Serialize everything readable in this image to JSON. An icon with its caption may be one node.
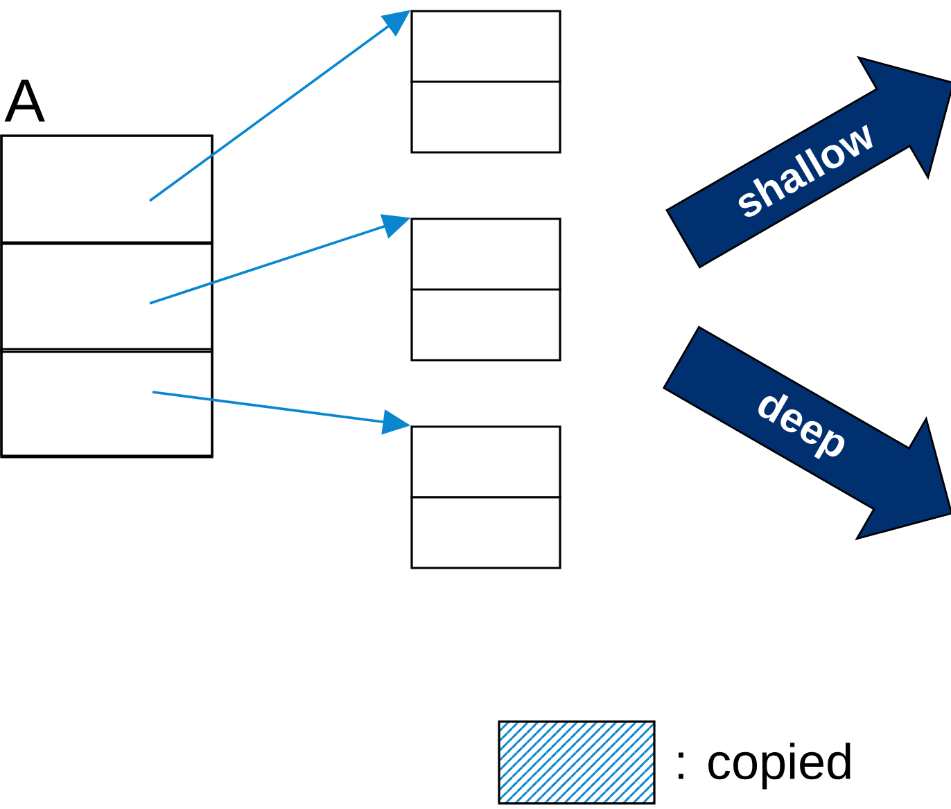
{
  "diagram": {
    "nodes": [
      {
        "text": [
          "A"
        ]
      },
      {
        "text": [],
        "shape": "box",
        "in": 0
      },
      {
        "text": [],
        "shape": "box",
        "in": 0
      },
      {
        "text": [],
        "shape": "box",
        "in": 0
      },
      {
        "text": [],
        "shape": "box"
      },
      {
        "text": [],
        "shape": "box"
      },
      {
        "text": [],
        "shape": "box"
      },
      {
        "text": [
          "shallow"
        ]
      },
      {
        "text": [
          "deep"
        ]
      }
    ],
    "edges": [
      {
        "from": 1,
        "to": 4,
        "arrow": "to"
      },
      {
        "from": 2,
        "to": 5,
        "arrow": "to"
      },
      {
        "from": 3,
        "to": 6,
        "arrow": "to"
      }
    ],
    "legend": [
      {
        "text": ": copied"
      }
    ]
  }
}
